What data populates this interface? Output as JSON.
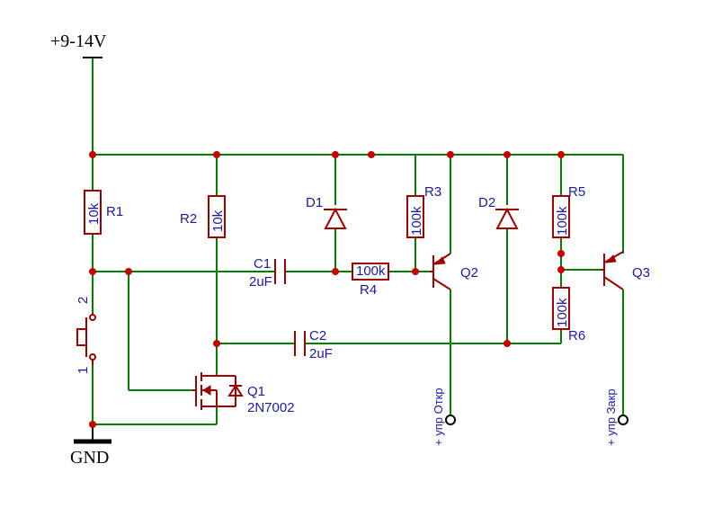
{
  "power": {
    "label": "+9-14V"
  },
  "ground": {
    "label": "GND"
  },
  "components": {
    "R1": {
      "name": "R1",
      "value": "10k"
    },
    "R2": {
      "name": "R2",
      "value": "10k"
    },
    "R3": {
      "name": "R3",
      "value": "100k"
    },
    "R4": {
      "name": "R4",
      "value": "100k"
    },
    "R5": {
      "name": "R5",
      "value": "100k"
    },
    "R6": {
      "name": "R6",
      "value": "100k"
    },
    "C1": {
      "name": "C1",
      "value": "2uF"
    },
    "C2": {
      "name": "C2",
      "value": "2uF"
    },
    "D1": {
      "name": "D1"
    },
    "D2": {
      "name": "D2"
    },
    "Q1": {
      "name": "Q1",
      "value": "2N7002"
    },
    "Q2": {
      "name": "Q2"
    },
    "Q3": {
      "name": "Q3"
    },
    "SW": {
      "pin1": "1",
      "pin2": "2"
    }
  },
  "outputs": {
    "open": "+ упр Откр",
    "close": "+ упр Закр"
  },
  "colors": {
    "wire": "#008000",
    "component": "#a00000",
    "label": "#1a1aa0",
    "junction": "#cc0000"
  }
}
